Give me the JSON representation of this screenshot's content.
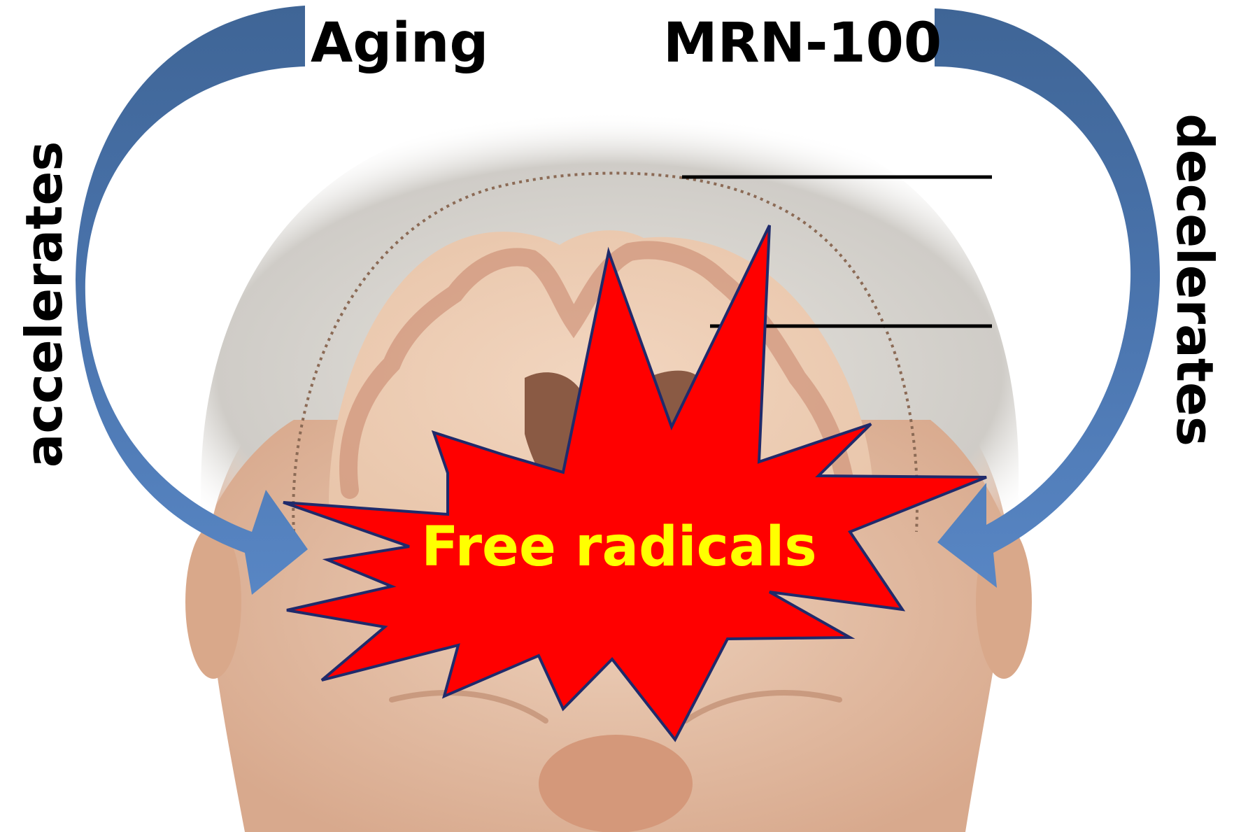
{
  "labels": {
    "top_left": "Aging",
    "top_right": "MRN-100",
    "left_side": "accelerates",
    "right_side": "decelerates",
    "center": "Free radicals"
  },
  "illustration": {
    "subject": "elderly-head-brain-cross-section",
    "callout_lines": 2
  },
  "colors": {
    "arrow_dark": "#3f6596",
    "arrow_light": "#5886c4",
    "burst_fill": "#ff0000",
    "burst_stroke": "#1f2a6b",
    "burst_text": "#ffff00",
    "label_text": "#000000",
    "hair": "#d9d7d3",
    "skin": "#e8c0a4",
    "brain": "#dca88c"
  }
}
